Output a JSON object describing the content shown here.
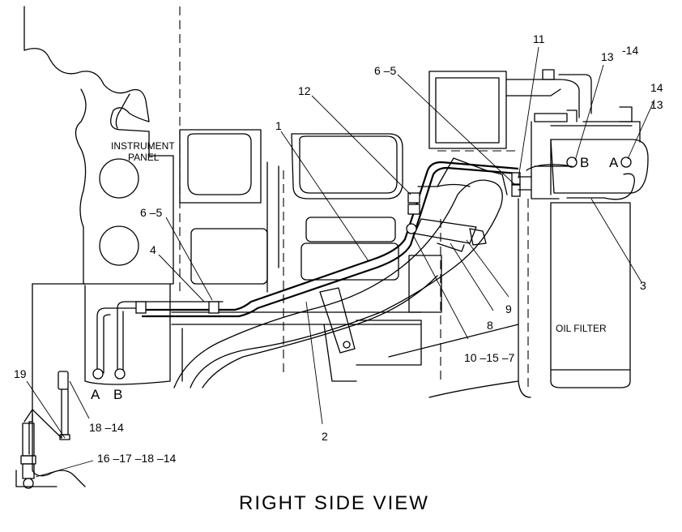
{
  "title": "RIGHT SIDE VIEW",
  "labels": {
    "instrument_panel_line1": "INSTRUMENT",
    "instrument_panel_line2": "PANEL",
    "oil_filter": "OIL FILTER",
    "port_a_left": "A",
    "port_b_left": "B",
    "port_a_right": "A",
    "port_b_right": "B"
  },
  "callouts": {
    "c1": "1",
    "c2": "2",
    "c3": "3",
    "c4": "4",
    "c6_5_left": "6 –5",
    "c6_5_top": "6 –5",
    "c8": "8",
    "c9": "9",
    "c10_15_7": "10 –15 –7",
    "c11": "11",
    "c12": "12",
    "c13_top": "13",
    "c14_dash": "-14",
    "c14_right": "14",
    "c13_right": "13",
    "c18_14": "18 –14",
    "c16_17_18_14": "16 –17 –18 –14",
    "c19": "19"
  }
}
